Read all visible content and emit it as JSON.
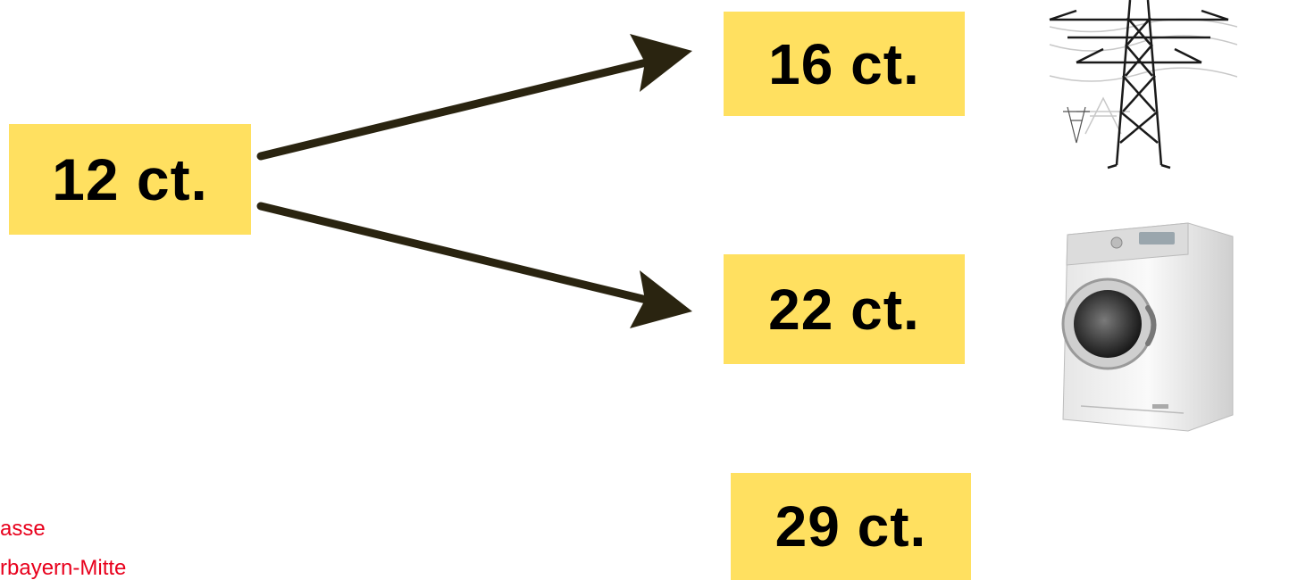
{
  "prices": {
    "source": "12 ct.",
    "top": "16 ct.",
    "middle": "22 ct.",
    "bottom": "29 ct."
  },
  "footnote": {
    "line1": "asse",
    "line2": "rbayern-Mitte"
  },
  "icons": {
    "top": "power-pylon-icon",
    "middle": "washing-machine-icon"
  },
  "colors": {
    "box_fill": "#ffe060",
    "arrow": "#2a2410",
    "footnote": "#e8001c"
  }
}
